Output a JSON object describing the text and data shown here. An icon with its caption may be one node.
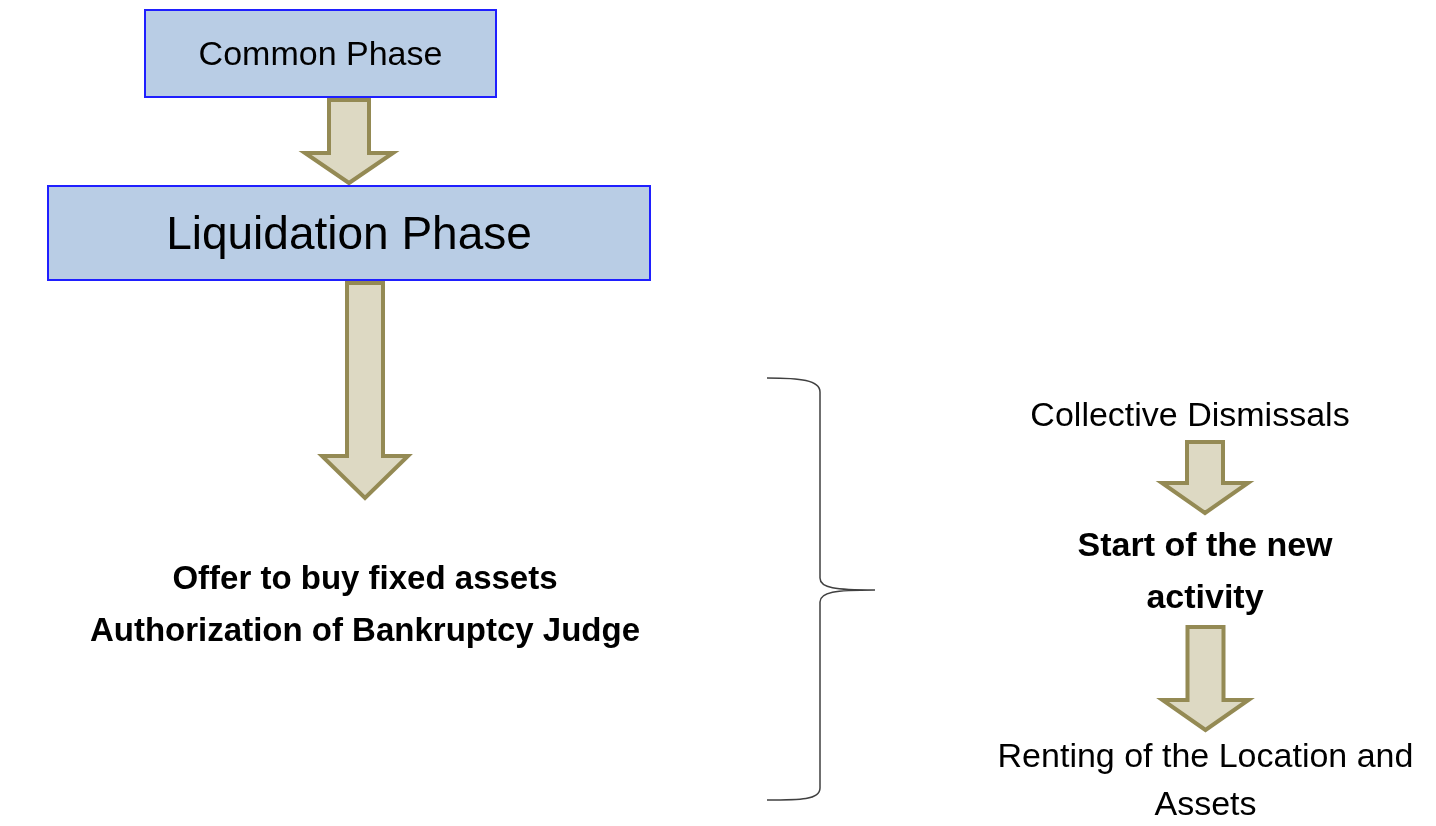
{
  "diagram": {
    "nodes": [
      {
        "text": [
          "Common Phase"
        ]
      },
      {
        "text": [
          "Liquidation Phase"
        ]
      },
      {
        "text": [
          "Offer to buy fixed assets",
          "Authorization of Bankruptcy Judge"
        ]
      },
      {
        "text": [
          "Collective Dismissals"
        ]
      },
      {
        "text": [
          "Start of the new activity"
        ]
      },
      {
        "text": [
          "Renting of the Location and Assets"
        ]
      }
    ],
    "edges": [
      {
        "from": 0,
        "to": 1,
        "arrow": "to"
      },
      {
        "from": 1,
        "to": 2,
        "arrow": "to"
      },
      {
        "from": 3,
        "to": 4,
        "arrow": "to"
      },
      {
        "from": 4,
        "to": 5,
        "arrow": "to"
      }
    ]
  }
}
